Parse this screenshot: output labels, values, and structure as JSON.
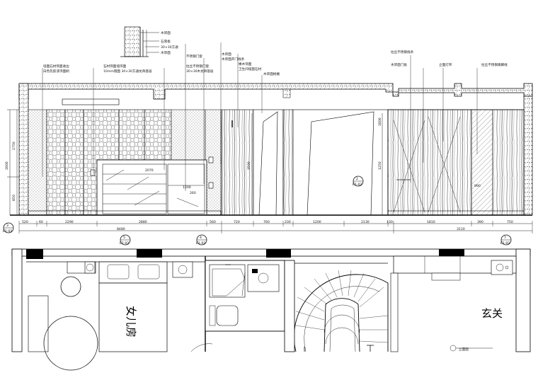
{
  "detail_notes": [
    "木饰面",
    "石膏板",
    "30×30方通",
    "木饰面"
  ],
  "callouts_top": [
    "墙面石材饰面收边",
    "白色乳胶漆饰面刷",
    "石材饰面墙饰面",
    "10mm镜面 30×30方通龙骨基层",
    "不锈钢门套",
    "木饰面",
    "木饰面开门线条",
    "拉丝不锈钢门套",
    "30×30木龙骨基层",
    "橡木饰面",
    "卫生间墙面石材",
    "木饰面格栅",
    "拉丝不锈钢线条",
    "木饰面门板",
    "立面灯带",
    "拉丝不锈钢踢脚线"
  ],
  "dims_vertical": [
    "2600",
    "1750",
    "850",
    "3500",
    "1800",
    "1250"
  ],
  "dims_bottom_1": [
    "520",
    "60",
    "2290",
    "2880",
    "560",
    "720",
    "760",
    "230",
    "1200",
    "2130",
    "130",
    "1810",
    "390",
    "750"
  ],
  "dims_bottom_2": [
    "8480",
    "3110"
  ],
  "dims_inner": [
    "2070",
    "1200",
    "260",
    "890"
  ],
  "section_marks": [
    {
      "num": "3",
      "ref": "E1-02"
    },
    {
      "num": "4",
      "ref": "E1-02"
    },
    {
      "num": "5",
      "ref": "E1-02"
    },
    {
      "num": "7",
      "ref": "E1-02"
    },
    {
      "num": "2",
      "ref": "E1-02"
    }
  ],
  "plan": {
    "room_daughter": "女儿房",
    "room_foyer": "玄关",
    "title_tag": "立面图"
  }
}
